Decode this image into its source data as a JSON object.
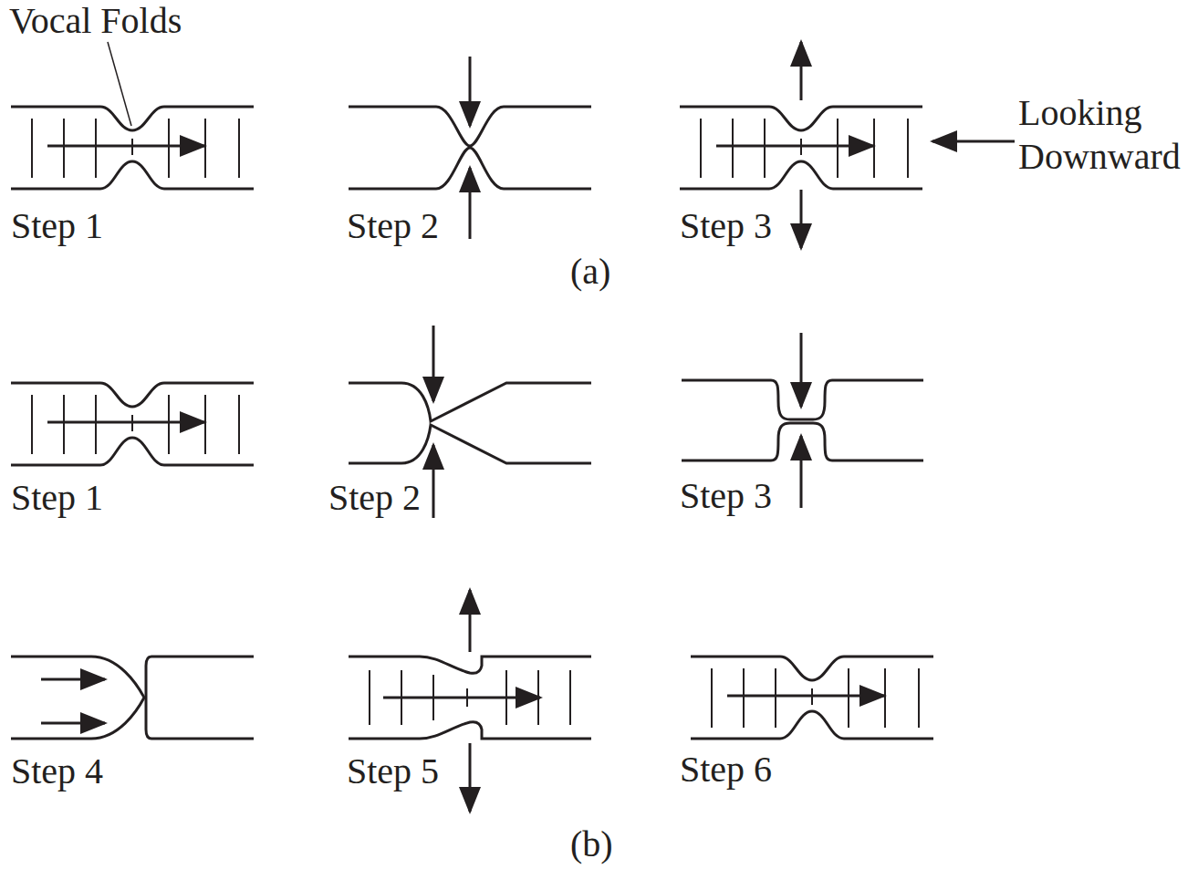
{
  "diagram": {
    "labels": [
      "Vocal Folds",
      "Step 1",
      "Step 2",
      "Step 3",
      "Looking Downward",
      "(a)",
      "Step 1",
      "Step 2",
      "Step 3",
      "Step 4",
      "Step 5",
      "Step 6",
      "(b)"
    ]
  }
}
